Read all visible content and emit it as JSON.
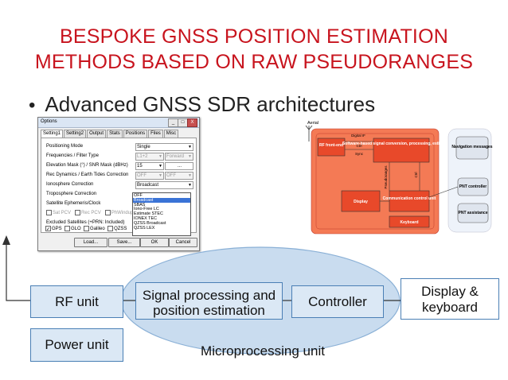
{
  "slide": {
    "title_line1": "BESPOKE GNSS POSITION ESTIMATION",
    "title_line2": "METHODS BASED ON RAW PSEUDORANGES",
    "bullet": "Advanced GNSS SDR architectures"
  },
  "options_dialog": {
    "title": "Options",
    "close": "X",
    "tabs": [
      "Setting1",
      "Setting2",
      "Output",
      "Stats",
      "Positions",
      "Files",
      "Misc"
    ],
    "rows": [
      {
        "label": "Positioning Mode",
        "value": "Single"
      },
      {
        "label": "Frequencies / Filter Type",
        "value": "L1+2",
        "value2": "Forward"
      },
      {
        "label": "Elevation Mask (°) / SNR Mask (dBHz)",
        "value": "15",
        "value2": "..."
      },
      {
        "label": "Rec Dynamics / Earth Tides Correction",
        "value": "OFF",
        "value2": "OFF"
      },
      {
        "label": "Ionosphere Correction",
        "value": "Broadcast"
      },
      {
        "label": "Troposphere Correction",
        "value": ""
      },
      {
        "label": "Satellite Ephemeris/Clock",
        "value": ""
      }
    ],
    "checks_row1": [
      "Sat PCV",
      "Rec PCV",
      "PhWindup"
    ],
    "excluded_label": "Excluded Satellites (+PRN: Included)",
    "constellations": [
      "GPS",
      "GLO",
      "Galileo",
      "QZSS"
    ],
    "iono_options": [
      "OFF",
      "Broadcast",
      "SBAS",
      "Iono-Free LC",
      "Estimate STEC",
      "IONEX TEC",
      "QZSS Broadcast",
      "QZSS LEX"
    ],
    "iono_selected": "Broadcast",
    "buttons": {
      "load": "Load...",
      "save": "Save...",
      "ok": "OK",
      "cancel": "Cancel"
    }
  },
  "architecture": {
    "aerial": "Aerial",
    "rf_frontend": "RF front-end",
    "digital_if": "Digital IF",
    "ctrl": "Ctrl",
    "sync": "Sync",
    "software": "Software-based signal conversion, processing, estimation etc.",
    "pseudoranges": "Pseudoranges",
    "ctrl2": "Ctrl",
    "display": "Display",
    "comm": "Communication control unit",
    "keyboard": "Keyboard",
    "nav": "Navigation messages",
    "pnt_controller": "PNT controller",
    "pnt_assistance": "PNT assistance",
    "orange": "#f26b45",
    "orange_dark": "#e8492a"
  },
  "block_diagram": {
    "rf_unit": "RF unit",
    "signal_processing": "Signal processing and position estimation",
    "controller": "Controller",
    "display_keyboard": "Display & keyboard",
    "power_unit": "Power unit",
    "microprocessing_unit": "Microprocessing unit",
    "box_fill": "#dbe8f5",
    "box_border": "#4a7fb5",
    "ellipse_fill": "#c9dcef"
  }
}
